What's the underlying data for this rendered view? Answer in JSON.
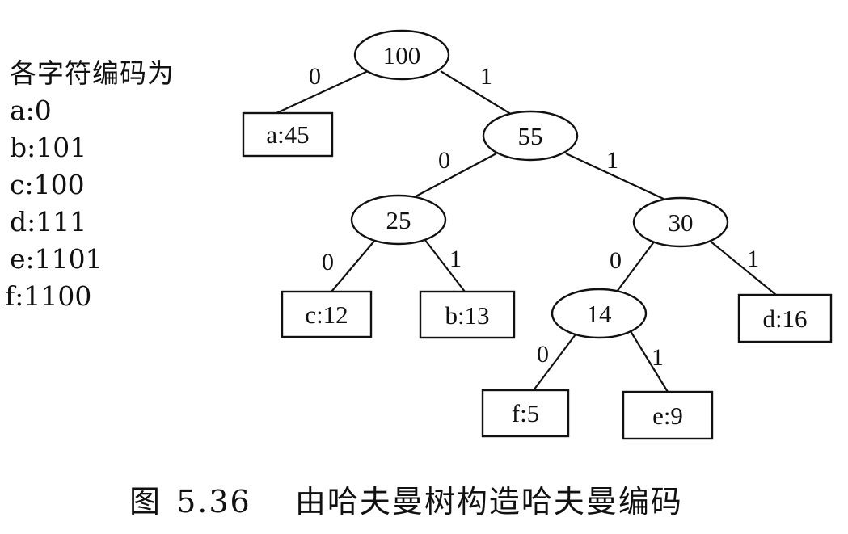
{
  "code_table": {
    "heading": "各字符编码为",
    "entries": [
      "a:0",
      "b:101",
      "c:100",
      "d:111",
      "e:1101",
      "f:1100"
    ]
  },
  "tree": {
    "internal_nodes": [
      "100",
      "55",
      "25",
      "30",
      "14"
    ],
    "leaves": [
      "a:45",
      "c:12",
      "b:13",
      "d:16",
      "f:5",
      "e:9"
    ],
    "edge_labels": [
      "0",
      "1",
      "0",
      "1",
      "0",
      "1",
      "0",
      "1",
      "0",
      "1"
    ]
  },
  "caption": {
    "fig_label": "图",
    "fig_number": "5.36",
    "title": "由哈夫曼树构造哈夫曼编码"
  }
}
